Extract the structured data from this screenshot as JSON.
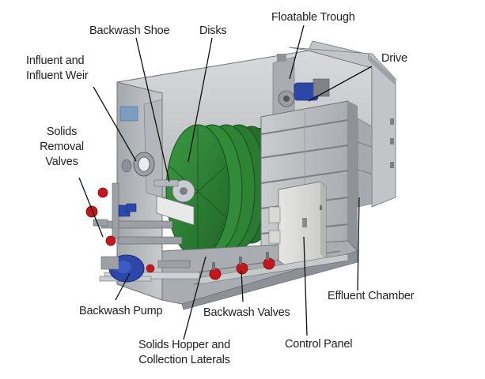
{
  "colors": {
    "housing": "#b9bcbf",
    "housing_dark": "#8f9397",
    "disk_green": "#2f8a36",
    "disk_green_dark": "#1f6326",
    "valve_red": "#c4161c",
    "pump_blue": "#2c47a8",
    "label_text": "#222222",
    "leader_line": "#111111"
  },
  "labels": {
    "floatable_trough": "Floatable Trough",
    "backwash_shoe": "Backwash Shoe",
    "disks": "Disks",
    "drive": "Drive",
    "influent_line1": "Influent and",
    "influent_line2": "Influent Weir",
    "solids_line1": "Solids",
    "solids_line2": "Removal",
    "solids_line3": "Valves",
    "effluent_chamber": "Effluent Chamber",
    "backwash_pump": "Backwash Pump",
    "backwash_valves": "Backwash Valves",
    "hopper_line1": "Solids Hopper and",
    "hopper_line2": "Collection Laterals",
    "control_panel": "Control Panel"
  }
}
